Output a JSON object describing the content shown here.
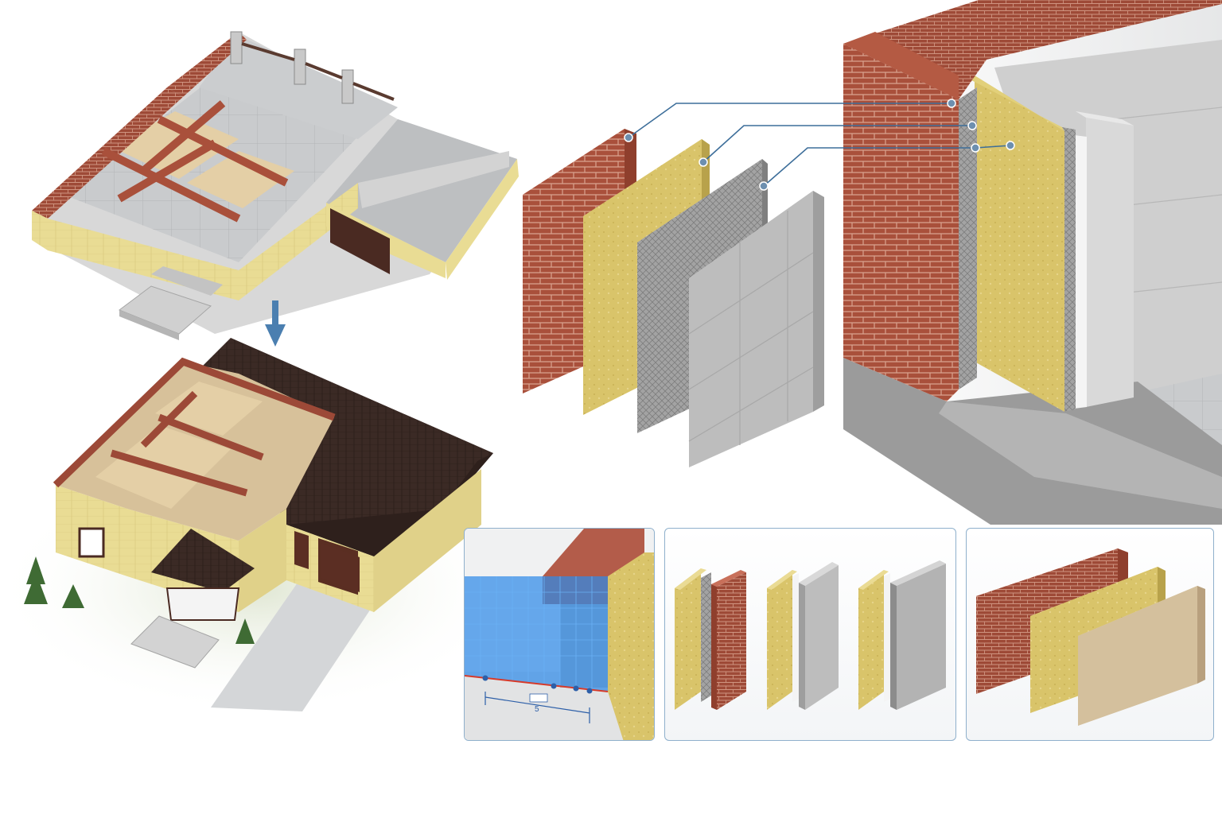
{
  "colors": {
    "brick": "#a9503b",
    "brick_mortar": "#d9a38f",
    "insulation": "#d9c46a",
    "mesh": "#9a9a9a",
    "concrete": "#bdbdbd",
    "white_layer": "#f4f4f4",
    "roof": "#3b2a25",
    "facade": "#e9dc94",
    "callout_line": "#3d6e9a",
    "accent_blue": "#2f8be8",
    "frame": "#8fb0cc"
  },
  "icons": {
    "flow": "arrow-down-icon"
  },
  "layers": [
    "brick",
    "insulation",
    "mesh",
    "concrete-block"
  ],
  "assemblies": [
    [
      "insulation",
      "mesh",
      "brick"
    ],
    [
      "insulation",
      "white-membrane",
      "concrete"
    ],
    [
      "insulation",
      "white-membrane",
      "concrete"
    ]
  ],
  "simple_layers": [
    "brick",
    "insulation",
    "plaster"
  ],
  "dimension_label": "5"
}
